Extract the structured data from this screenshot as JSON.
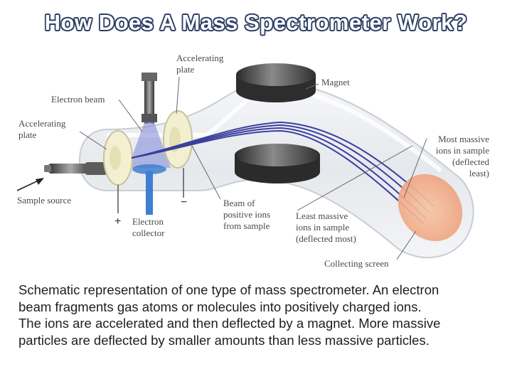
{
  "title": "How Does A Mass Spectrometer Work?",
  "labels": {
    "accelerating_plate_top": "Accelerating\nplate",
    "electron_beam": "Electron beam",
    "accelerating_plate_left": "Accelerating\nplate",
    "magnet": "Magnet",
    "most_massive": "Most massive\nions in sample\n(deflected\nleast)",
    "sample_source": "Sample source",
    "electron_collector": "Electron\ncollector",
    "beam_of_ions": "Beam of\npositive ions\nfrom sample",
    "least_massive": "Least massive\nions in sample\n(deflected most)",
    "collecting_screen": "Collecting screen",
    "plus": "+",
    "minus": "−"
  },
  "caption": [
    "Schematic representation of one type of mass spectrometer. An electron",
    "beam fragments gas atoms or molecules into positively charged ions.",
    "The ions are accelerated and then deflected by a magnet. More massive",
    "particles are deflected by smaller amounts than less massive particles."
  ],
  "colors": {
    "title_outline": "#2c3e64",
    "ion_beam": "#3a3f9e",
    "electron_beam": "#7b86d6",
    "collector": "#3f7fd0",
    "screen": "#f2b48f",
    "plate": "#f3f0d2"
  }
}
